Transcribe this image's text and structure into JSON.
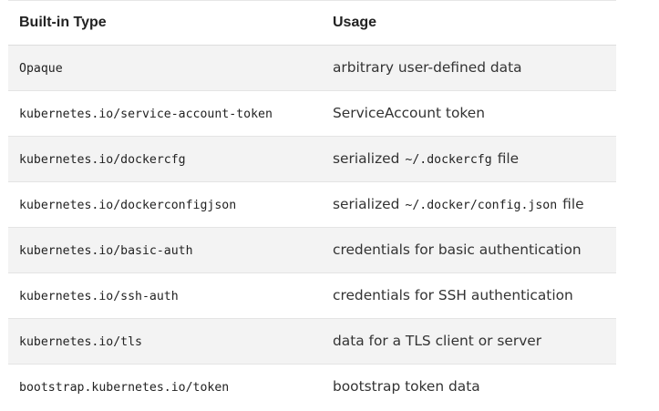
{
  "table": {
    "headers": {
      "type": "Built-in Type",
      "usage": "Usage"
    },
    "rows": [
      {
        "type": "Opaque",
        "usage_parts": [
          "arbitrary user-defined data"
        ]
      },
      {
        "type": "kubernetes.io/service-account-token",
        "usage_parts": [
          "ServiceAccount token"
        ]
      },
      {
        "type": "kubernetes.io/dockercfg",
        "usage_parts": [
          "serialized",
          "~/.dockercfg",
          "file"
        ]
      },
      {
        "type": "kubernetes.io/dockerconfigjson",
        "usage_parts": [
          "serialized",
          "~/.docker/config.json",
          "file"
        ]
      },
      {
        "type": "kubernetes.io/basic-auth",
        "usage_parts": [
          "credentials for basic authentication"
        ]
      },
      {
        "type": "kubernetes.io/ssh-auth",
        "usage_parts": [
          "credentials for SSH authentication"
        ]
      },
      {
        "type": "kubernetes.io/tls",
        "usage_parts": [
          "data for a TLS client or server"
        ]
      },
      {
        "type": "bootstrap.kubernetes.io/token",
        "usage_parts": [
          "bootstrap token data"
        ]
      }
    ]
  }
}
